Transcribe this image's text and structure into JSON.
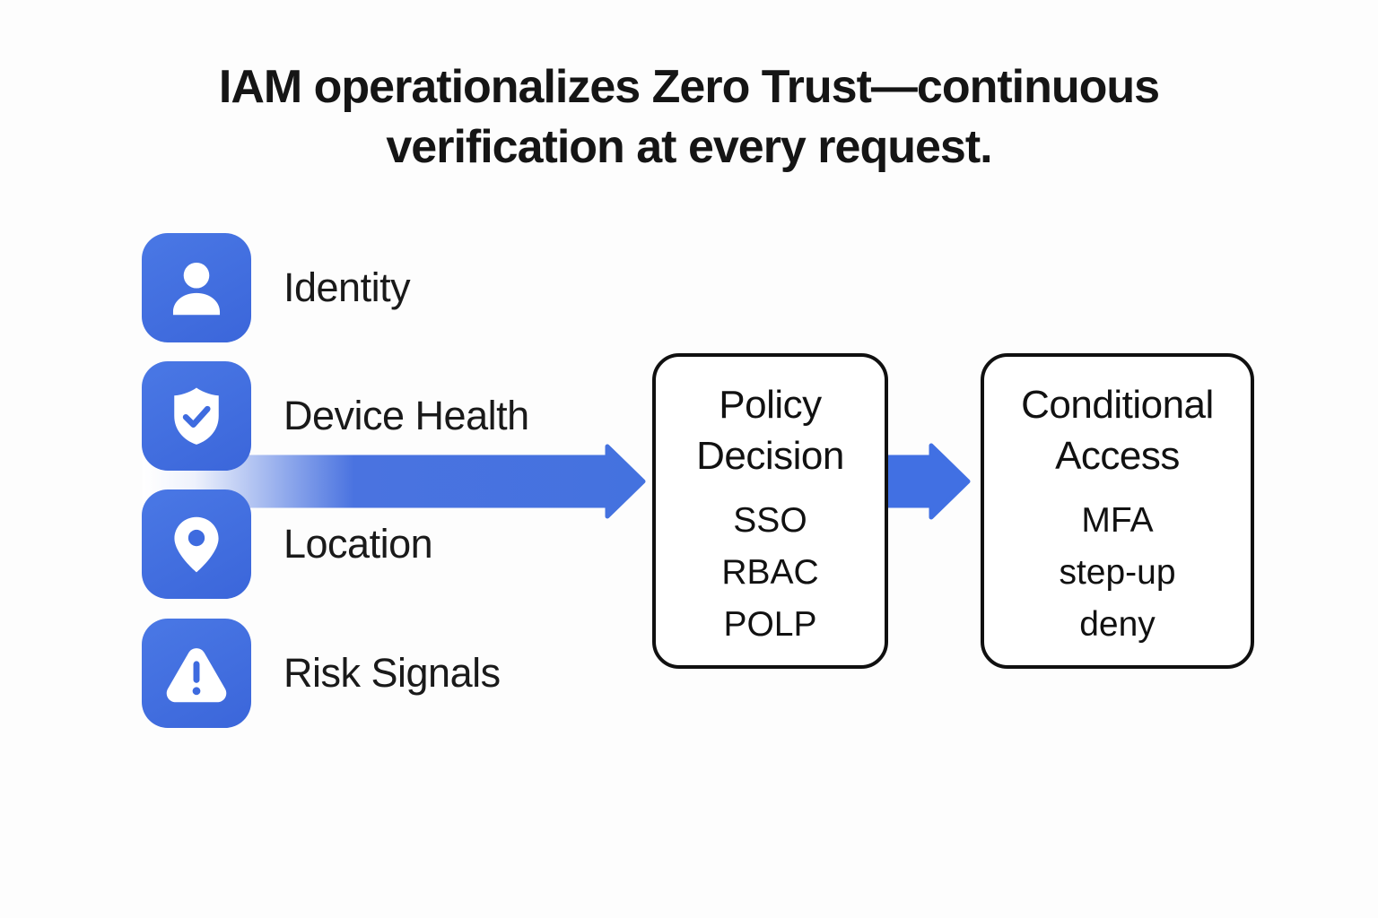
{
  "title": {
    "line1": "IAM operationalizes Zero Trust—continuous",
    "line2": "verification at every request."
  },
  "signals": [
    {
      "label": "Identity",
      "icon": "person-icon"
    },
    {
      "label": "Device Health",
      "icon": "shield-check-icon"
    },
    {
      "label": "Location",
      "icon": "location-pin-icon"
    },
    {
      "label": "Risk Signals",
      "icon": "warning-triangle-icon"
    }
  ],
  "policy_box": {
    "title": "Policy Decision",
    "items": [
      "SSO",
      "RBAC",
      "POLP"
    ]
  },
  "access_box": {
    "title": "Conditional Access",
    "items": [
      "MFA",
      "step-up",
      "deny"
    ]
  },
  "colors": {
    "icon_blue": "#3E6BDF",
    "arrow_blue": "#4A73E0",
    "connector_blue": "#4170E3",
    "box_border": "#101010",
    "text": "#141414",
    "background": "#FDFDFD"
  }
}
